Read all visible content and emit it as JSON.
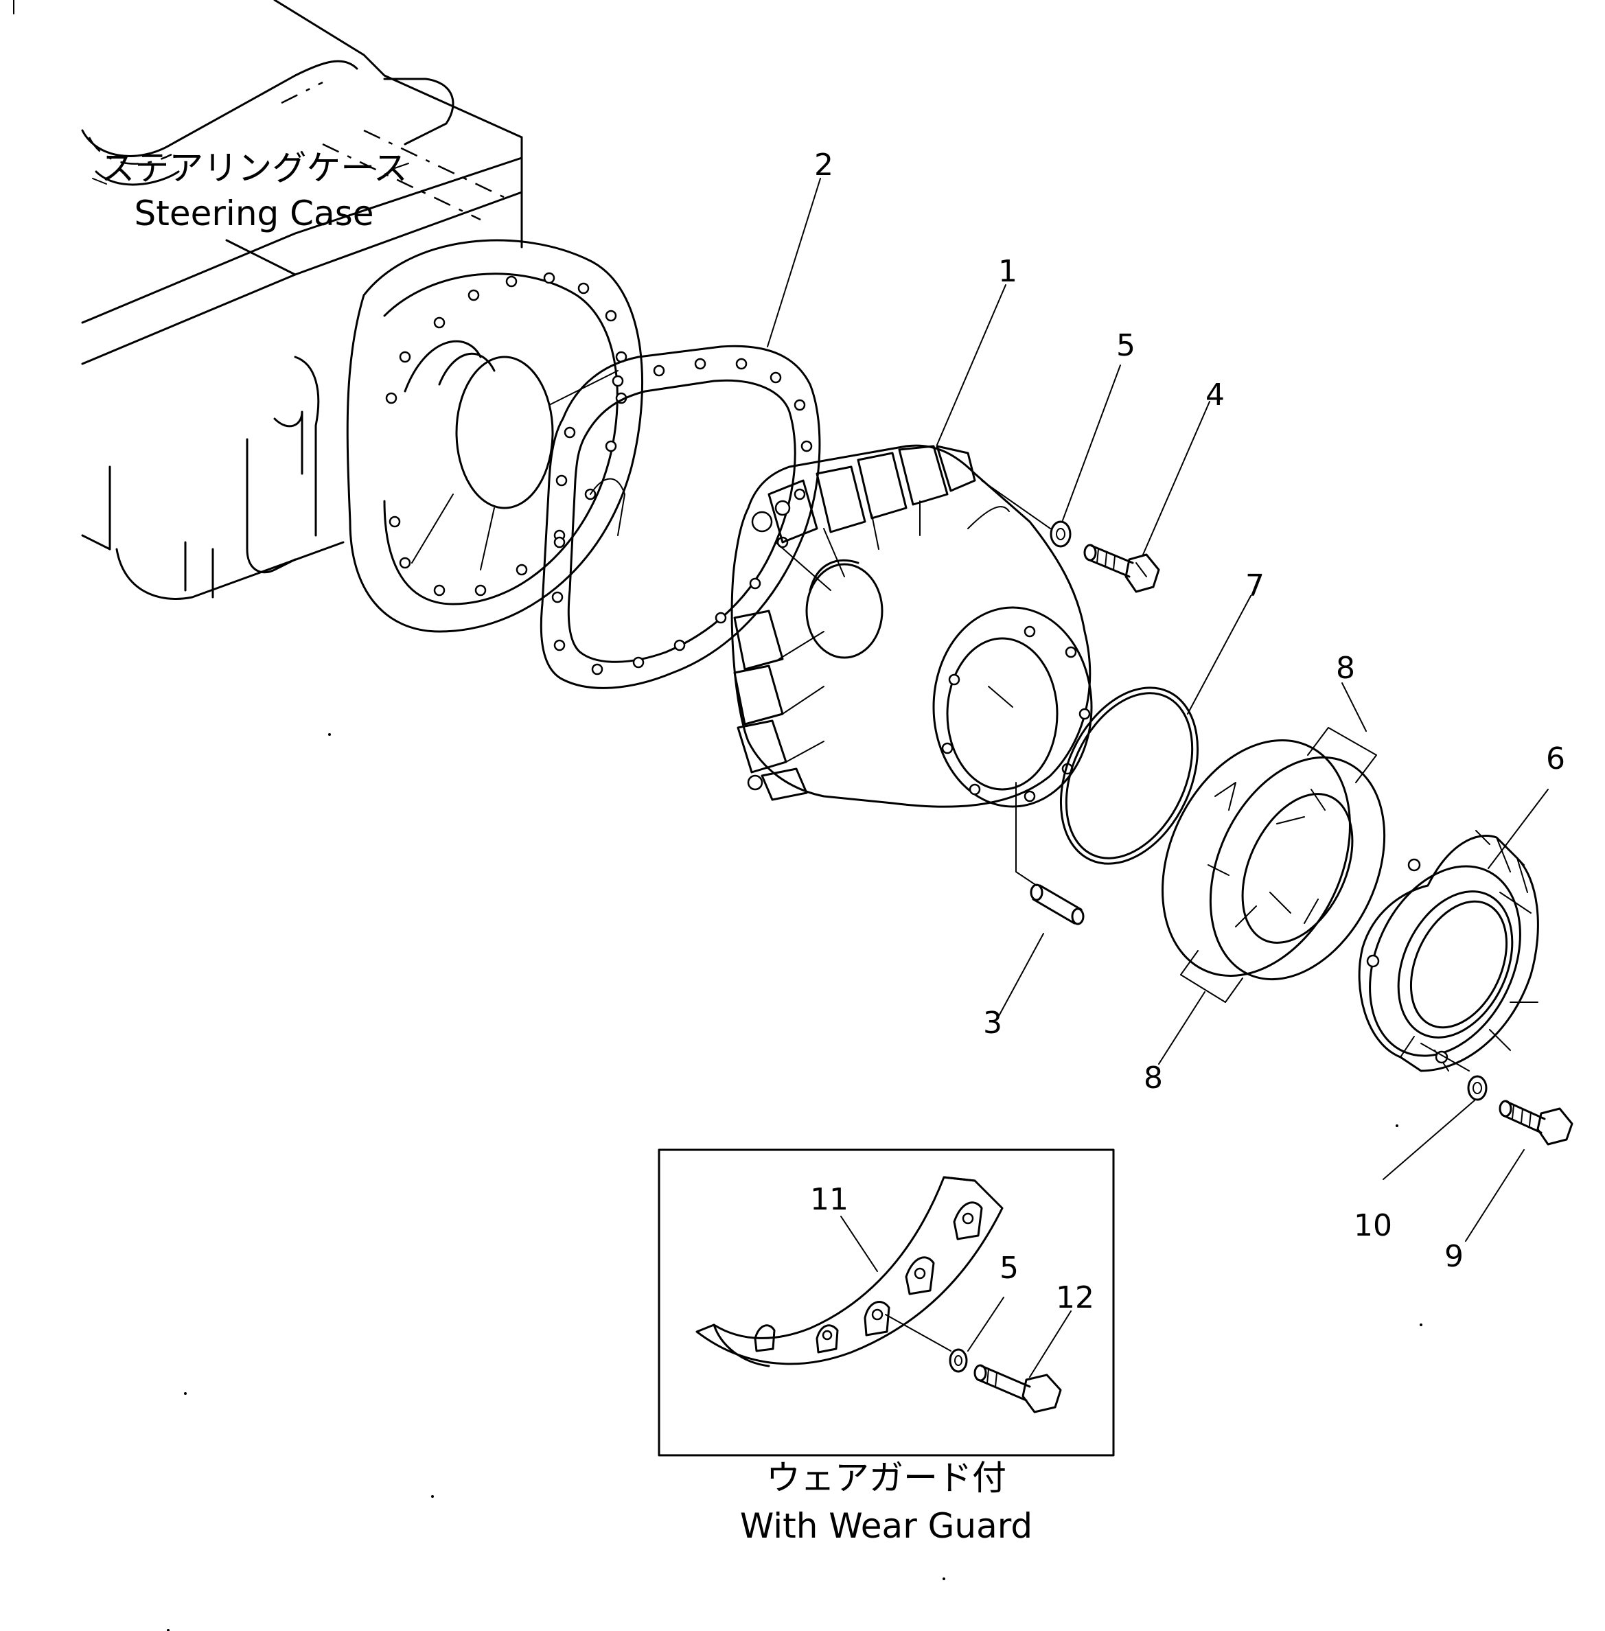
{
  "diagram": {
    "steering_case_label_jp": "ステアリングケース",
    "steering_case_label_en": "Steering Case",
    "inset_label_jp": "ウェアガード付",
    "inset_label_en": "With Wear Guard",
    "callouts": {
      "c1": "1",
      "c2": "2",
      "c3": "3",
      "c4": "4",
      "c5": "5",
      "c6": "6",
      "c7": "7",
      "c8a": "8",
      "c8b": "8",
      "c9": "9",
      "c10": "10",
      "c11": "11",
      "c5b": "5",
      "c12": "12"
    }
  }
}
